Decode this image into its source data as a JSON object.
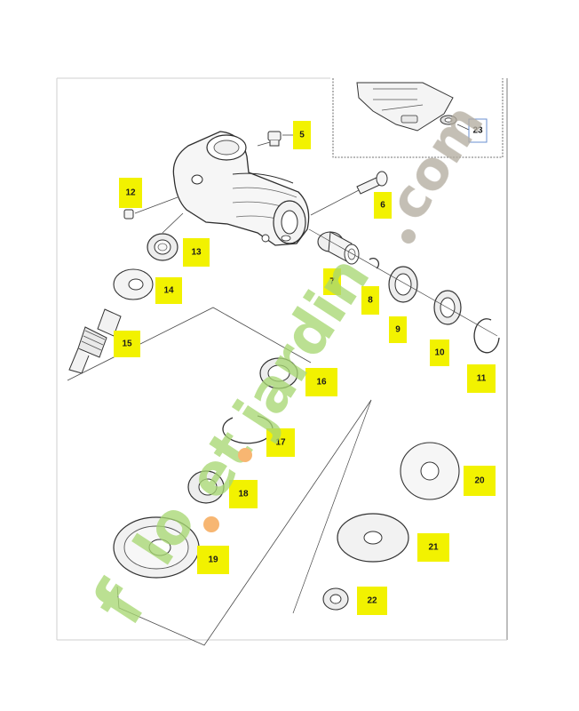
{
  "callouts": {
    "c5": "5",
    "c6": "6",
    "c7": "7",
    "c8": "8",
    "c9": "9",
    "c10": "10",
    "c11": "11",
    "c12": "12",
    "c13": "13",
    "c14": "14",
    "c15": "15",
    "c16": "16",
    "c17": "17",
    "c18": "18",
    "c19": "19",
    "c20": "20",
    "c21": "21",
    "c22": "22",
    "c23": "23"
  },
  "watermark": {
    "text": "flo.et.jardin.com"
  },
  "colors": {
    "callout_fill": "#f2f200",
    "callout_highlight": "#ffff33",
    "callout_boxed_border": "#6a8fd0",
    "line": "#4a4a4a",
    "watermark_green": "#a8d873",
    "watermark_orange": "#f5a14a",
    "watermark_tan": "#b4ada0"
  }
}
